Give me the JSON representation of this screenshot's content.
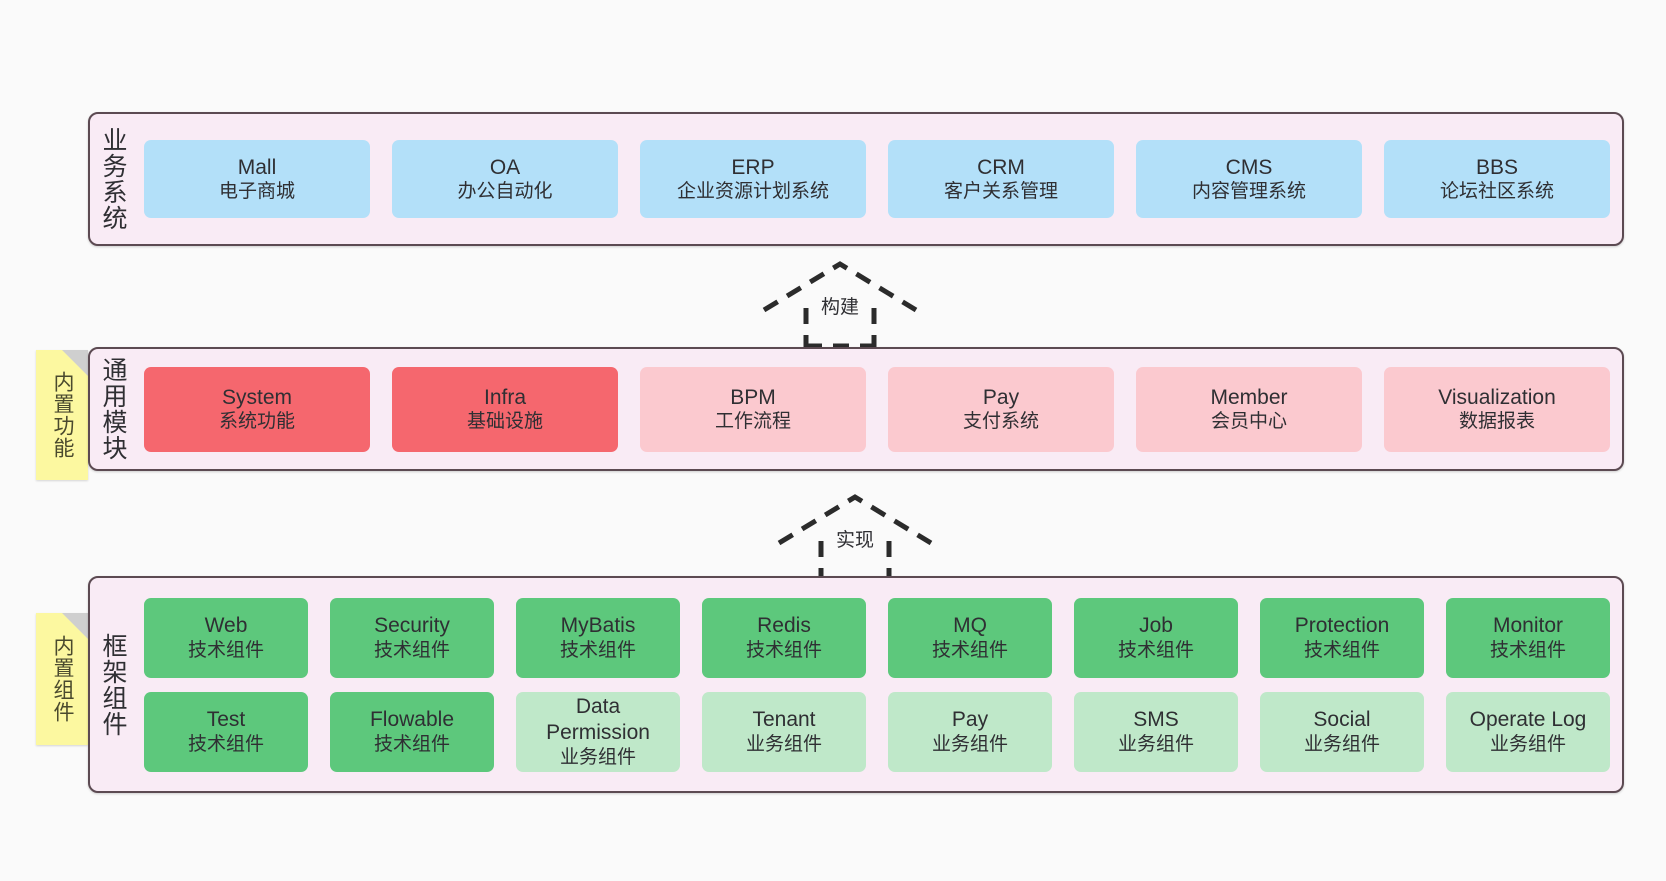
{
  "theme": {
    "page_background": "#fafafa",
    "panel_fill": "#f9ebf5",
    "panel_border": "#5c4a52",
    "business_node": "#b3e0f9",
    "module_core": "#f5676e",
    "module_optional": "#fbc9cf",
    "tech_component": "#5dc87c",
    "biz_component": "#bfe8c9",
    "sticky_note": "#fcf8a0",
    "sticky_fold": "#cfcfcf",
    "text": "#2f2f33"
  },
  "layers": [
    {
      "id": "business-systems",
      "title": "业务系统",
      "rows": [
        {
          "nodes": [
            {
              "en": "Mall",
              "cn": "电子商城",
              "color": "c-blue"
            },
            {
              "en": "OA",
              "cn": "办公自动化",
              "color": "c-blue"
            },
            {
              "en": "ERP",
              "cn": "企业资源计划系统",
              "color": "c-blue"
            },
            {
              "en": "CRM",
              "cn": "客户关系管理",
              "color": "c-blue"
            },
            {
              "en": "CMS",
              "cn": "内容管理系统",
              "color": "c-blue"
            },
            {
              "en": "BBS",
              "cn": "论坛社区系统",
              "color": "c-blue"
            }
          ]
        }
      ]
    },
    {
      "id": "common-modules",
      "title": "通用模块",
      "sticky": "内置功能",
      "rows": [
        {
          "nodes": [
            {
              "en": "System",
              "cn": "系统功能",
              "color": "c-red"
            },
            {
              "en": "Infra",
              "cn": "基础设施",
              "color": "c-red"
            },
            {
              "en": "BPM",
              "cn": "工作流程",
              "color": "c-pink"
            },
            {
              "en": "Pay",
              "cn": "支付系统",
              "color": "c-pink"
            },
            {
              "en": "Member",
              "cn": "会员中心",
              "color": "c-pink"
            },
            {
              "en": "Visualization",
              "cn": "数据报表",
              "color": "c-pink"
            }
          ]
        }
      ]
    },
    {
      "id": "framework-components",
      "title": "框架组件",
      "sticky": "内置组件",
      "rows": [
        {
          "nodes": [
            {
              "en": "Web",
              "cn": "技术组件",
              "color": "c-green"
            },
            {
              "en": "Security",
              "cn": "技术组件",
              "color": "c-green"
            },
            {
              "en": "MyBatis",
              "cn": "技术组件",
              "color": "c-green"
            },
            {
              "en": "Redis",
              "cn": "技术组件",
              "color": "c-green"
            },
            {
              "en": "MQ",
              "cn": "技术组件",
              "color": "c-green"
            },
            {
              "en": "Job",
              "cn": "技术组件",
              "color": "c-green"
            },
            {
              "en": "Protection",
              "cn": "技术组件",
              "color": "c-green"
            },
            {
              "en": "Monitor",
              "cn": "技术组件",
              "color": "c-green"
            }
          ]
        },
        {
          "nodes": [
            {
              "en": "Test",
              "cn": "技术组件",
              "color": "c-green"
            },
            {
              "en": "Flowable",
              "cn": "技术组件",
              "color": "c-green"
            },
            {
              "en": "Data Permission",
              "cn": "业务组件",
              "color": "c-lightgreen"
            },
            {
              "en": "Tenant",
              "cn": "业务组件",
              "color": "c-lightgreen"
            },
            {
              "en": "Pay",
              "cn": "业务组件",
              "color": "c-lightgreen"
            },
            {
              "en": "SMS",
              "cn": "业务组件",
              "color": "c-lightgreen"
            },
            {
              "en": "Social",
              "cn": "业务组件",
              "color": "c-lightgreen"
            },
            {
              "en": "Operate Log",
              "cn": "业务组件",
              "color": "c-lightgreen"
            }
          ]
        }
      ]
    }
  ],
  "connectors": [
    {
      "id": "build",
      "label": "构建",
      "from": "common-modules",
      "to": "business-systems"
    },
    {
      "id": "implement",
      "label": "实现",
      "from": "framework-components",
      "to": "common-modules"
    }
  ]
}
